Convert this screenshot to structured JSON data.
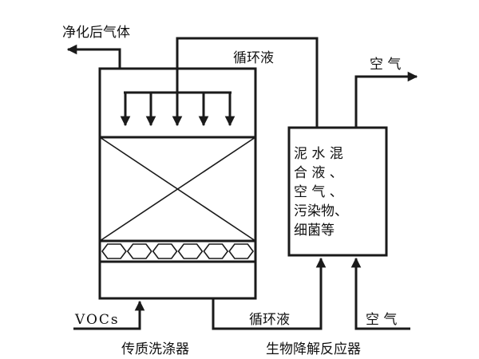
{
  "labels": {
    "purified_gas": "净化后气体",
    "recycle_liquid_top": "循环液",
    "air_out": "空 气",
    "reactor_content": [
      "泥 水 混",
      "合 液 、",
      "空 气 、",
      "污染物、",
      "细菌等"
    ],
    "vocs": "VOCs",
    "recycle_liquid_bottom": "循环液",
    "air_in": "空 气",
    "scrubber_caption": "传质洗涤器",
    "reactor_caption": "生物降解反应器"
  },
  "colors": {
    "line": "#1a1a1a",
    "background": "#ffffff"
  }
}
